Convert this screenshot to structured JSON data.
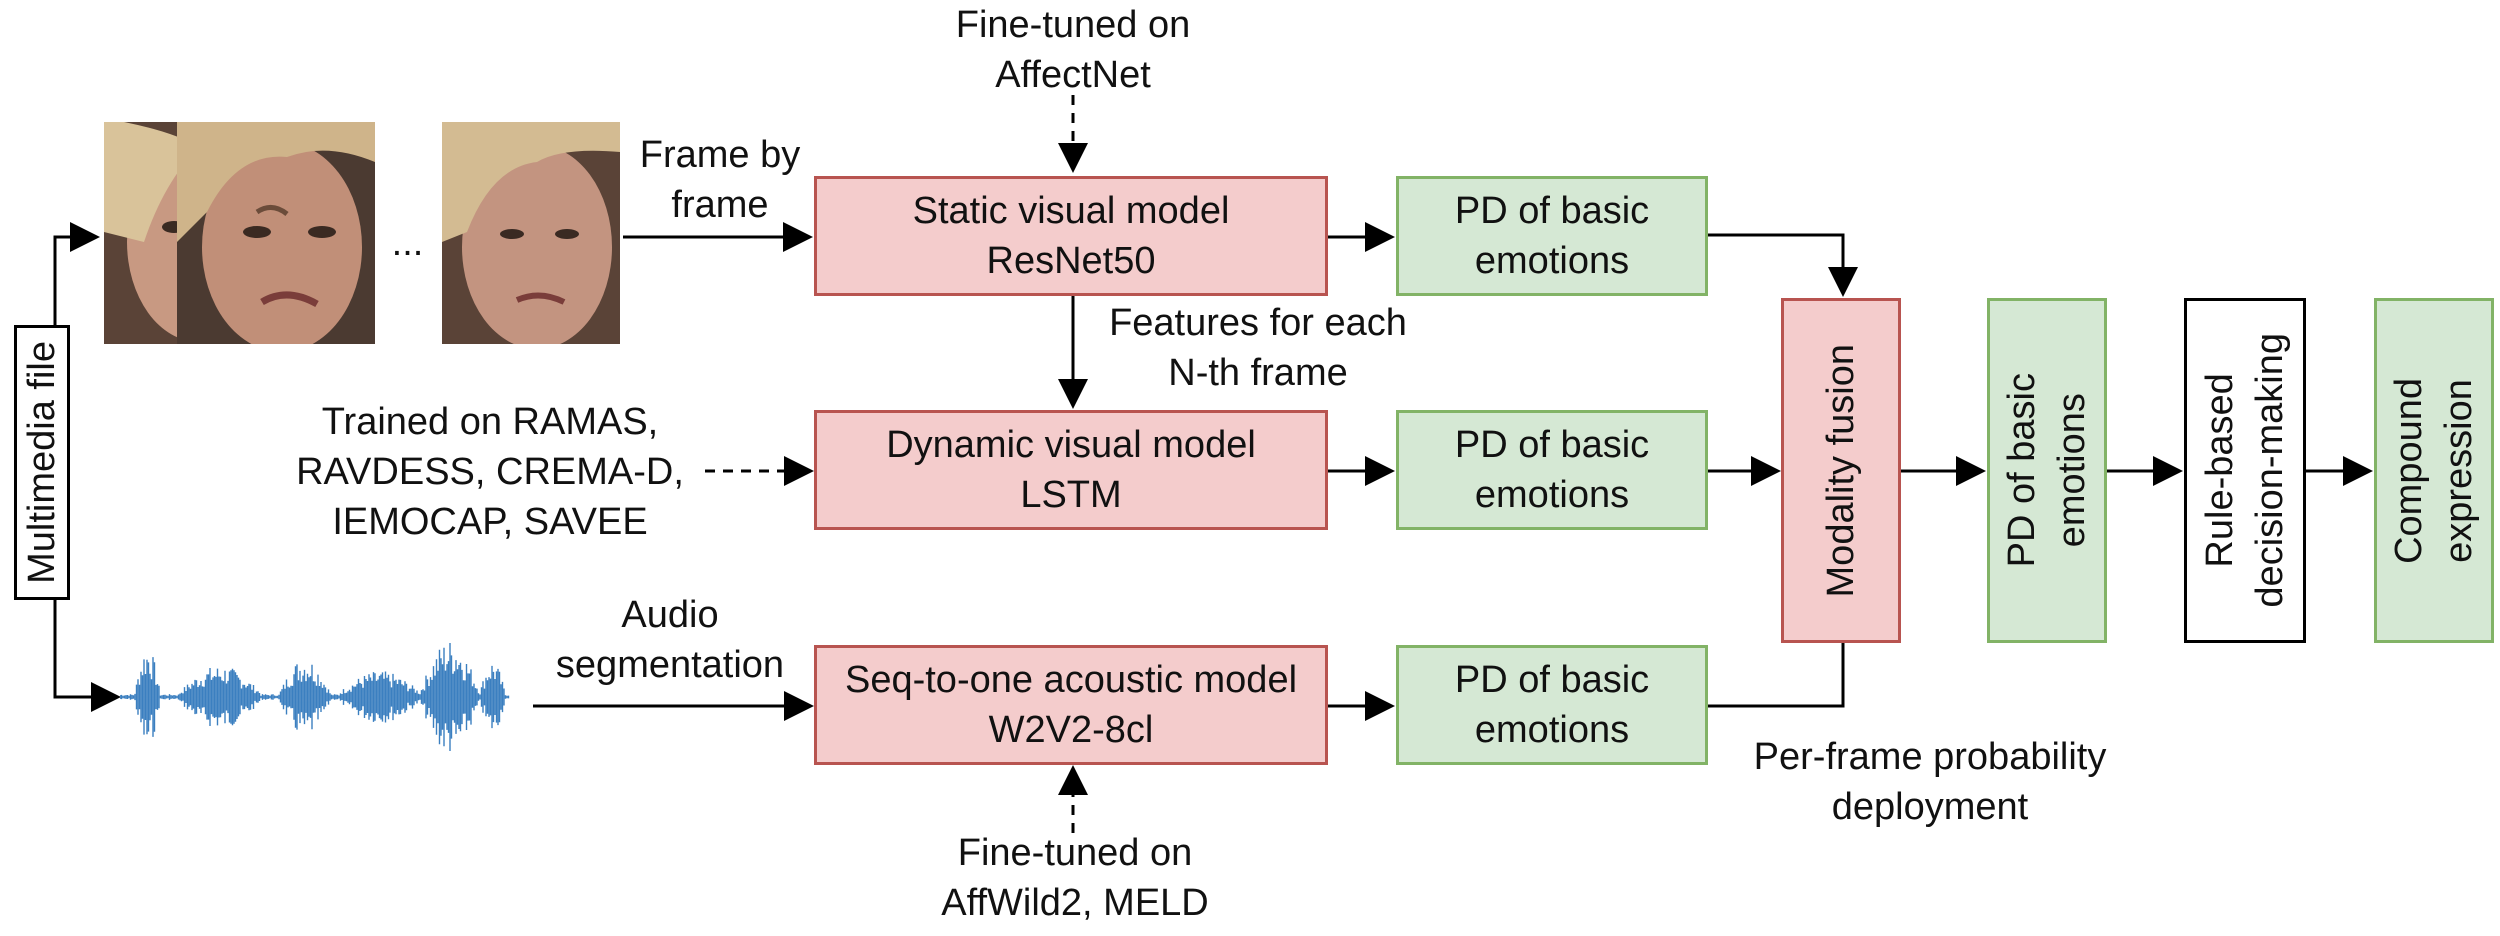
{
  "input": {
    "label": "Multimedia file"
  },
  "frames": {
    "ellipsis": "..."
  },
  "labels": {
    "frame_by_frame": [
      "Frame by",
      "frame"
    ],
    "fine_tuned_affectnet": [
      "Fine-tuned on",
      "AffectNet"
    ],
    "features_each_frame": [
      "Features for each",
      "N-th frame"
    ],
    "trained_on": [
      "Trained on RAMAS,",
      "RAVDESS, CREMA-D,",
      "IEMOCAP, SAVEE"
    ],
    "audio_segmentation": [
      "Audio",
      "segmentation"
    ],
    "fine_tuned_affwild": [
      "Fine-tuned on",
      "AffWild2, MELD"
    ],
    "per_frame": [
      "Per-frame probability",
      "deployment"
    ]
  },
  "models": {
    "static": [
      "Static visual model",
      "ResNet50"
    ],
    "dynamic": [
      "Dynamic visual model",
      "LSTM"
    ],
    "acoustic": [
      "Seq-to-one acoustic model",
      "W2V2-8cl"
    ]
  },
  "outputs": {
    "pd_static": [
      "PD of basic",
      "emotions"
    ],
    "pd_dynamic": [
      "PD of basic",
      "emotions"
    ],
    "pd_acoustic": [
      "PD of basic",
      "emotions"
    ],
    "pd_fused": [
      "PD of basic",
      "emotions"
    ]
  },
  "fusion": {
    "label": "Modality fusion"
  },
  "decision": [
    "Rule-based",
    "decision-making"
  ],
  "result": [
    "Compound",
    "expression"
  ],
  "colors": {
    "model_fill": "#f4cccc",
    "model_border": "#b85450",
    "output_fill": "#d5e8d4",
    "output_border": "#82b366",
    "waveform": "#3b7fc0"
  },
  "icons": {
    "faces": "face-frame-image",
    "audio": "audio-waveform-image"
  }
}
